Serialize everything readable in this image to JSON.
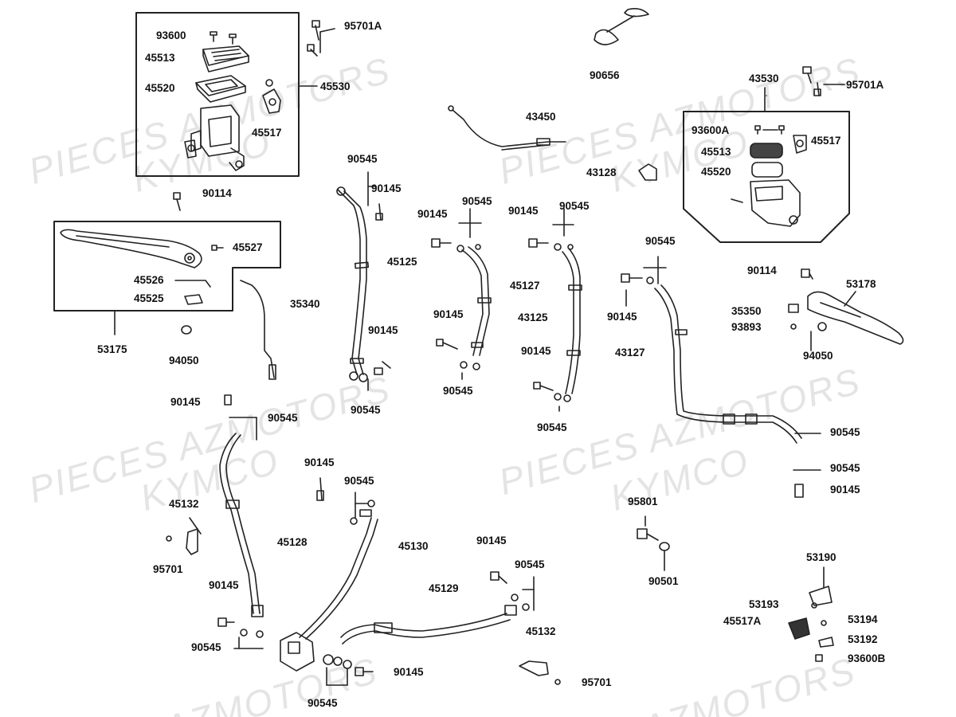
{
  "watermarks": {
    "line1": "PIECES AZMOTORS",
    "line2": "KYMCO",
    "bottom": "AZMOTORS"
  },
  "labels": {
    "p93600": "93600",
    "p45513_left": "45513",
    "p45520_left": "45520",
    "p45517_left": "45517",
    "p45530": "45530",
    "p95701A_left": "95701A",
    "p90114_left": "90114",
    "p45527": "45527",
    "p45526": "45526",
    "p45525": "45525",
    "p53175": "53175",
    "p94050_left": "94050",
    "p35340": "35340",
    "p90545_a": "90545",
    "p90145_a": "90145",
    "p45125": "45125",
    "p90145_b": "90145",
    "p90545_b": "90545",
    "p90145_c": "90145",
    "p90545_c": "90545",
    "p45127": "45127",
    "p90145_d": "90145",
    "p90545_d": "90545",
    "p90145_e": "90145",
    "p90545_e": "90545",
    "p43125": "43125",
    "p90145_f": "90145",
    "p90545_f": "90545",
    "p43450": "43450",
    "p43128": "43128",
    "p90656": "90656",
    "p43530": "43530",
    "p95701A_right": "95701A",
    "p93600A": "93600A",
    "p45517_right": "45517",
    "p45513_right": "45513",
    "p45520_right": "45520",
    "p90545_g": "90545",
    "p90145_g": "90145",
    "p43127": "43127",
    "p90114_right": "90114",
    "p53178": "53178",
    "p35350": "35350",
    "p93893": "93893",
    "p94050_right": "94050",
    "p90545_h": "90545",
    "p90545_i": "90545",
    "p90145_h": "90145",
    "p90145_i": "90145",
    "p90545_j": "90545",
    "p45132_left": "45132",
    "p95701_left": "95701",
    "p45128": "45128",
    "p90145_j": "90145",
    "p90545_k": "90545",
    "p90145_k": "90145",
    "p90545_l": "90545",
    "p45130": "45130",
    "p90145_l": "90145",
    "p90545_m": "90545",
    "p45129": "45129",
    "p45132_right": "45132",
    "p95701_right": "95701",
    "p90145_m": "90145",
    "p90545_n": "90545",
    "p95801": "95801",
    "p90501": "90501",
    "p53190": "53190",
    "p53193": "53193",
    "p45517A": "45517A",
    "p53194": "53194",
    "p53192": "53192",
    "p93600B": "93600B"
  }
}
